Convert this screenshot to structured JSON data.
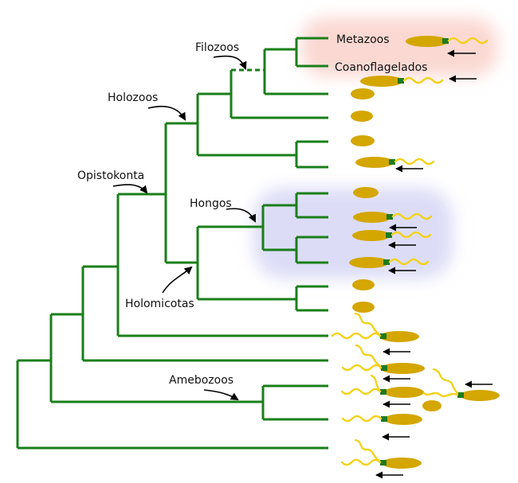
{
  "labels": {
    "metazoos": "Metazoos",
    "coanoflagelados": "Coanoflagelados",
    "filozoos": "Filozoos",
    "holozoos": "Holozoos",
    "opistokonta": "Opistokonta",
    "hongos": "Hongos",
    "holomicotas": "Holomicotas",
    "amebozoos": "Amebozoos"
  },
  "colors": {
    "branch": "#1a7f1a",
    "cell": "#d4a600",
    "flagellum": "#f2d21c",
    "flagellum_base": "#1f7a1f",
    "metazoa_highlight": "#fbd8d2",
    "fungi_highlight": "#dcdcf7",
    "arrow": "#000000"
  }
}
